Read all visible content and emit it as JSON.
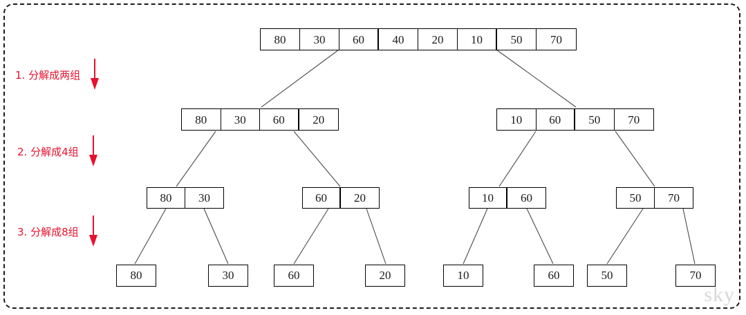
{
  "diagram": {
    "title": "merge-sort-decomposition",
    "watermark": "sky",
    "colors": {
      "accent": "#e8112d",
      "line": "#000000",
      "watermark": "#d8d8d8"
    }
  },
  "steps": [
    {
      "label": "1. 分解成两组",
      "icon": "down-arrow-icon"
    },
    {
      "label": "2. 分解成4组",
      "icon": "down-arrow-icon"
    },
    {
      "label": "3. 分解成8组",
      "icon": "down-arrow-icon"
    }
  ],
  "levels": {
    "level0": {
      "arrays": [
        {
          "values": [
            "80",
            "30",
            "60",
            "40",
            "20",
            "10",
            "50",
            "70"
          ],
          "splits": [
            2,
            5
          ]
        }
      ]
    },
    "level1": {
      "arrays": [
        {
          "values": [
            "80",
            "30",
            "60",
            "20"
          ],
          "splits": [
            2
          ]
        },
        {
          "values": [
            "10",
            "60",
            "50",
            "70"
          ],
          "splits": [
            1
          ]
        }
      ]
    },
    "level2": {
      "arrays": [
        {
          "values": [
            "80",
            "30"
          ],
          "splits": []
        },
        {
          "values": [
            "60",
            "20"
          ],
          "splits": [
            0
          ]
        },
        {
          "values": [
            "10",
            "60"
          ],
          "splits": [
            0
          ]
        },
        {
          "values": [
            "50",
            "70"
          ],
          "splits": []
        }
      ]
    },
    "level3": {
      "leaves": [
        "80",
        "30",
        "60",
        "20",
        "10",
        "60",
        "50",
        "70"
      ]
    }
  }
}
